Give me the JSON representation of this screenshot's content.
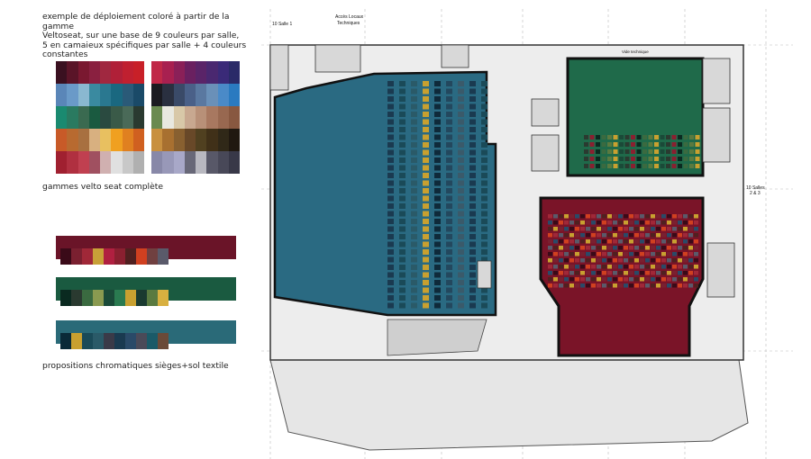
{
  "intro": {
    "line1": "exemple de déploiement coloré à partir de la gamme",
    "line2": "Veltoseat, sur une base de 9 couleurs par salle,",
    "line3": "5 en camaieux spécifiques par salle + 4 couleurs",
    "line4": "constantes"
  },
  "gamut_label": "gammes velto seat complète",
  "proposals_label": "propositions chromatiques sièges+sol textile",
  "palette_left": [
    [
      "#3a1020",
      "#5a1428",
      "#7a1830",
      "#8a2040",
      "#a02840",
      "#b02038",
      "#c02030",
      "#c82028"
    ],
    [
      "#5a86b8",
      "#6a9ac8",
      "#8ab8d0",
      "#3a8aa0",
      "#2a7890",
      "#1a6880",
      "#2a5a78",
      "#1a4a68"
    ],
    [
      "#1a8a70",
      "#2a7a60",
      "#3a6a50",
      "#1a5a40",
      "#2a4a40",
      "#3a5a48",
      "#4a6a58",
      "#2a3a30"
    ],
    [
      "#c85a28",
      "#b86a30",
      "#a87040",
      "#d8b080",
      "#e8c060",
      "#f0a020",
      "#e08020",
      "#d06020"
    ],
    [
      "#a02030",
      "#b03040",
      "#c04050",
      "#a05060",
      "#d0b0b0",
      "#e0e0e0",
      "#c8c8c8",
      "#b0b0b0"
    ]
  ],
  "palette_right": [
    [
      "#c02848",
      "#a82050",
      "#8a2058",
      "#6a2060",
      "#5a2468",
      "#4a2870",
      "#3a2a78",
      "#2a2a68"
    ],
    [
      "#1a1a20",
      "#2a3040",
      "#3a4a68",
      "#4a6088",
      "#5a78a0",
      "#6a90b8",
      "#4a8ac8",
      "#2a7ac0"
    ],
    [
      "#6a8a50",
      "#e8e8e0",
      "#d8c8a8",
      "#c8a890",
      "#b89078",
      "#a87860",
      "#986850",
      "#885840"
    ],
    [
      "#c89040",
      "#a87030",
      "#886030",
      "#684828",
      "#504020",
      "#403018",
      "#302818",
      "#201810"
    ],
    [
      "#8888a8",
      "#9898b8",
      "#a8a8c8",
      "#686878",
      "#b8b8c0",
      "#585868",
      "#484858",
      "#383848"
    ]
  ],
  "proposals": [
    {
      "bg": "#6a1428",
      "chips": [
        "#3a0a18",
        "#7a2030",
        "#a02838",
        "#c8a038",
        "#b02040",
        "#8a2030",
        "#502020",
        "#d04020",
        "#704040",
        "#5a5a6a"
      ]
    },
    {
      "bg": "#1a5a40",
      "chips": [
        "#0a2a20",
        "#2a3a30",
        "#3a6a40",
        "#8a9a50",
        "#1a4a38",
        "#2a7a50",
        "#c8a030",
        "#1a3a30",
        "#5a7a40",
        "#d8b040"
      ]
    },
    {
      "bg": "#2a6a78",
      "chips": [
        "#0a2a38",
        "#c8a030",
        "#1a4a58",
        "#2a5a68",
        "#3a3a48",
        "#1a3a50",
        "#2a4a68",
        "#4a4a58",
        "#1a5a68",
        "#6a4a38"
      ]
    }
  ],
  "plan": {
    "salle1_top": "10 Salle 1",
    "acces": "Accès Locaux",
    "techniques": "Techniques",
    "salles_2_3_a": "10 Salles",
    "salles_2_3_b": "2 & 3",
    "vide_technique": "Vide technique"
  }
}
